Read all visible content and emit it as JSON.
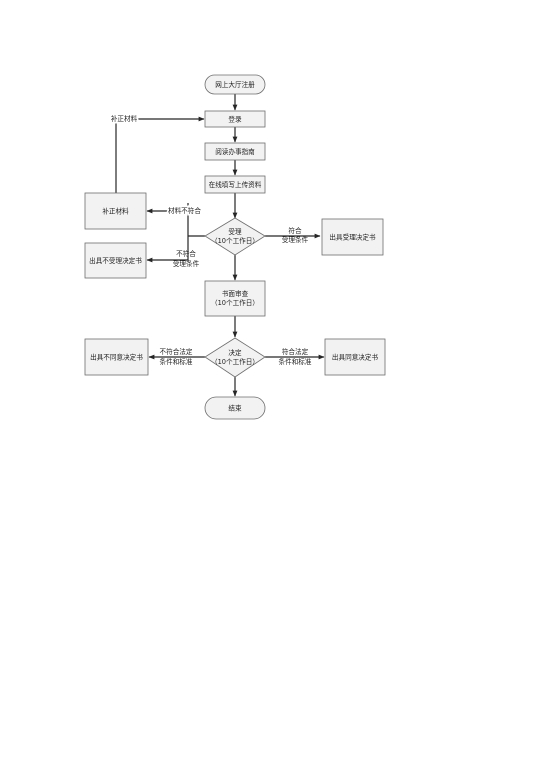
{
  "nodes": {
    "start": "网上大厅注册",
    "login": "登录",
    "guide": "阅读办事指南",
    "upload": "在线填写上传资料",
    "supplement": "补正材料",
    "accept": [
      "受理",
      "（10个工作日）"
    ],
    "accept_decision": "出具受理决定书",
    "reject_decision": "出具不受理决定书",
    "review": [
      "书面审查",
      "（10个工作日）"
    ],
    "decide": [
      "决定",
      "（10个工作日）"
    ],
    "deny_decision": "出具不同意决定书",
    "approve_decision": "出具同意决定书",
    "end": "结束"
  },
  "edges": {
    "supplement_to_login": "补正材料",
    "incomplete": "材料不符合",
    "meets": [
      "符合",
      "受理条件"
    ],
    "not_meets": [
      "不符合",
      "受理条件"
    ],
    "decide_no": [
      "不符合法定",
      "条件和标准"
    ],
    "decide_yes": [
      "符合法定",
      "条件和标准"
    ]
  }
}
